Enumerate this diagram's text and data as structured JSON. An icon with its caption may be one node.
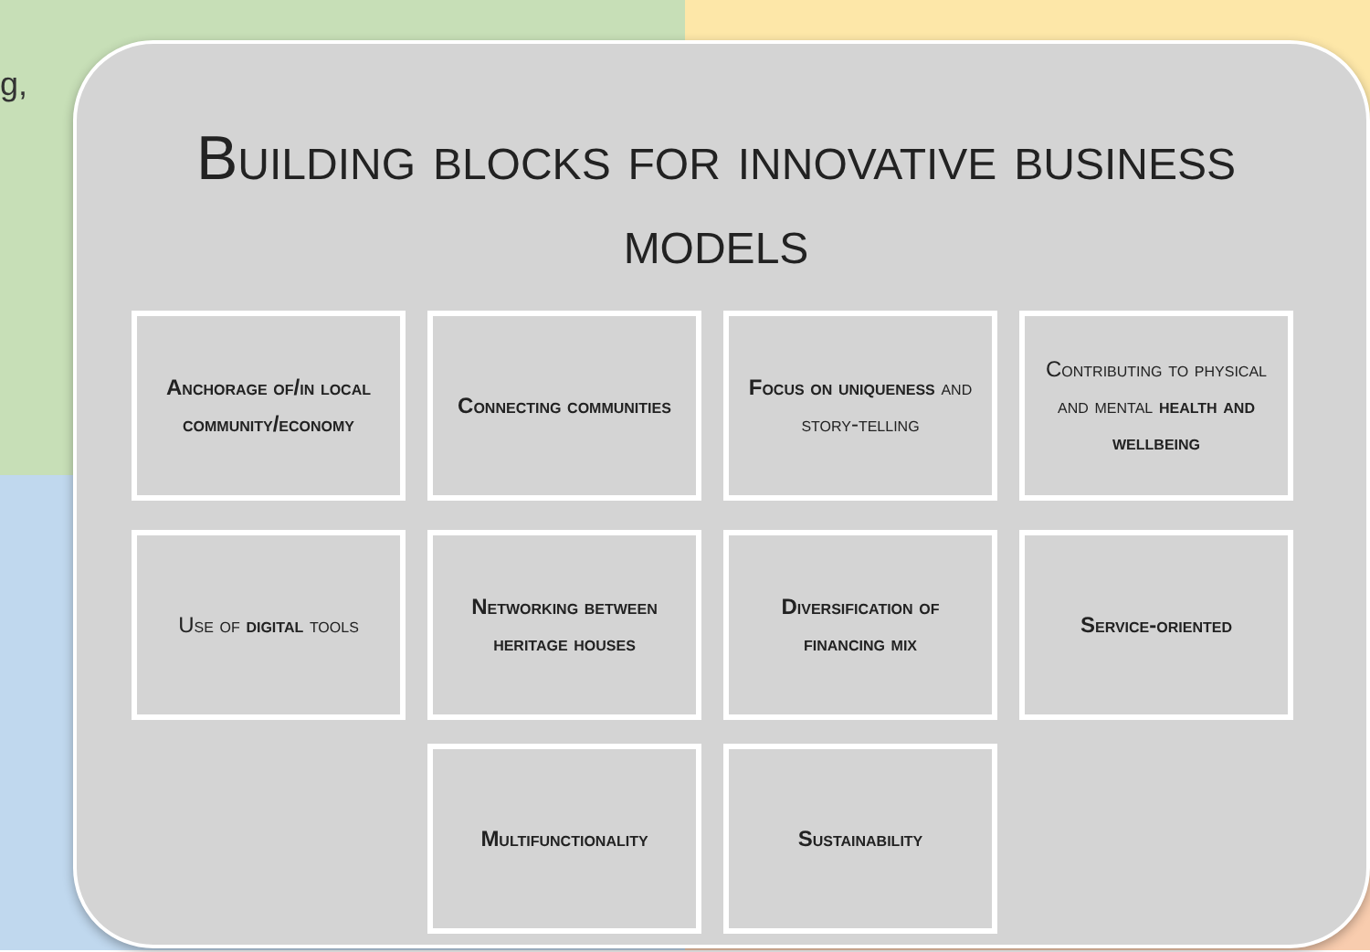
{
  "diagram": {
    "nodes": [
      {
        "text": [
          "Building blocks for innovative business models"
        ]
      },
      {
        "text": [
          "Anchorage of/in local community/economy"
        ],
        "in": 0
      },
      {
        "text": [
          "Connecting communities"
        ],
        "in": 0
      },
      {
        "text": [
          "**Focus on uniqueness** and story-telling"
        ],
        "in": 0
      },
      {
        "text": [
          "Contributing to physical and mental **health and wellbeing**"
        ],
        "in": 0
      },
      {
        "text": [
          "Use of **digital** tools"
        ],
        "in": 0
      },
      {
        "text": [
          "Networking between heritage houses"
        ],
        "in": 0
      },
      {
        "text": [
          "Diversification of financing mix"
        ],
        "in": 0
      },
      {
        "text": [
          "Service-oriented"
        ],
        "in": 0
      },
      {
        "text": [
          "Multifunctionality"
        ],
        "in": 0
      },
      {
        "text": [
          "Sustainability"
        ],
        "in": 0
      }
    ],
    "labels": [
      "g,"
    ]
  }
}
